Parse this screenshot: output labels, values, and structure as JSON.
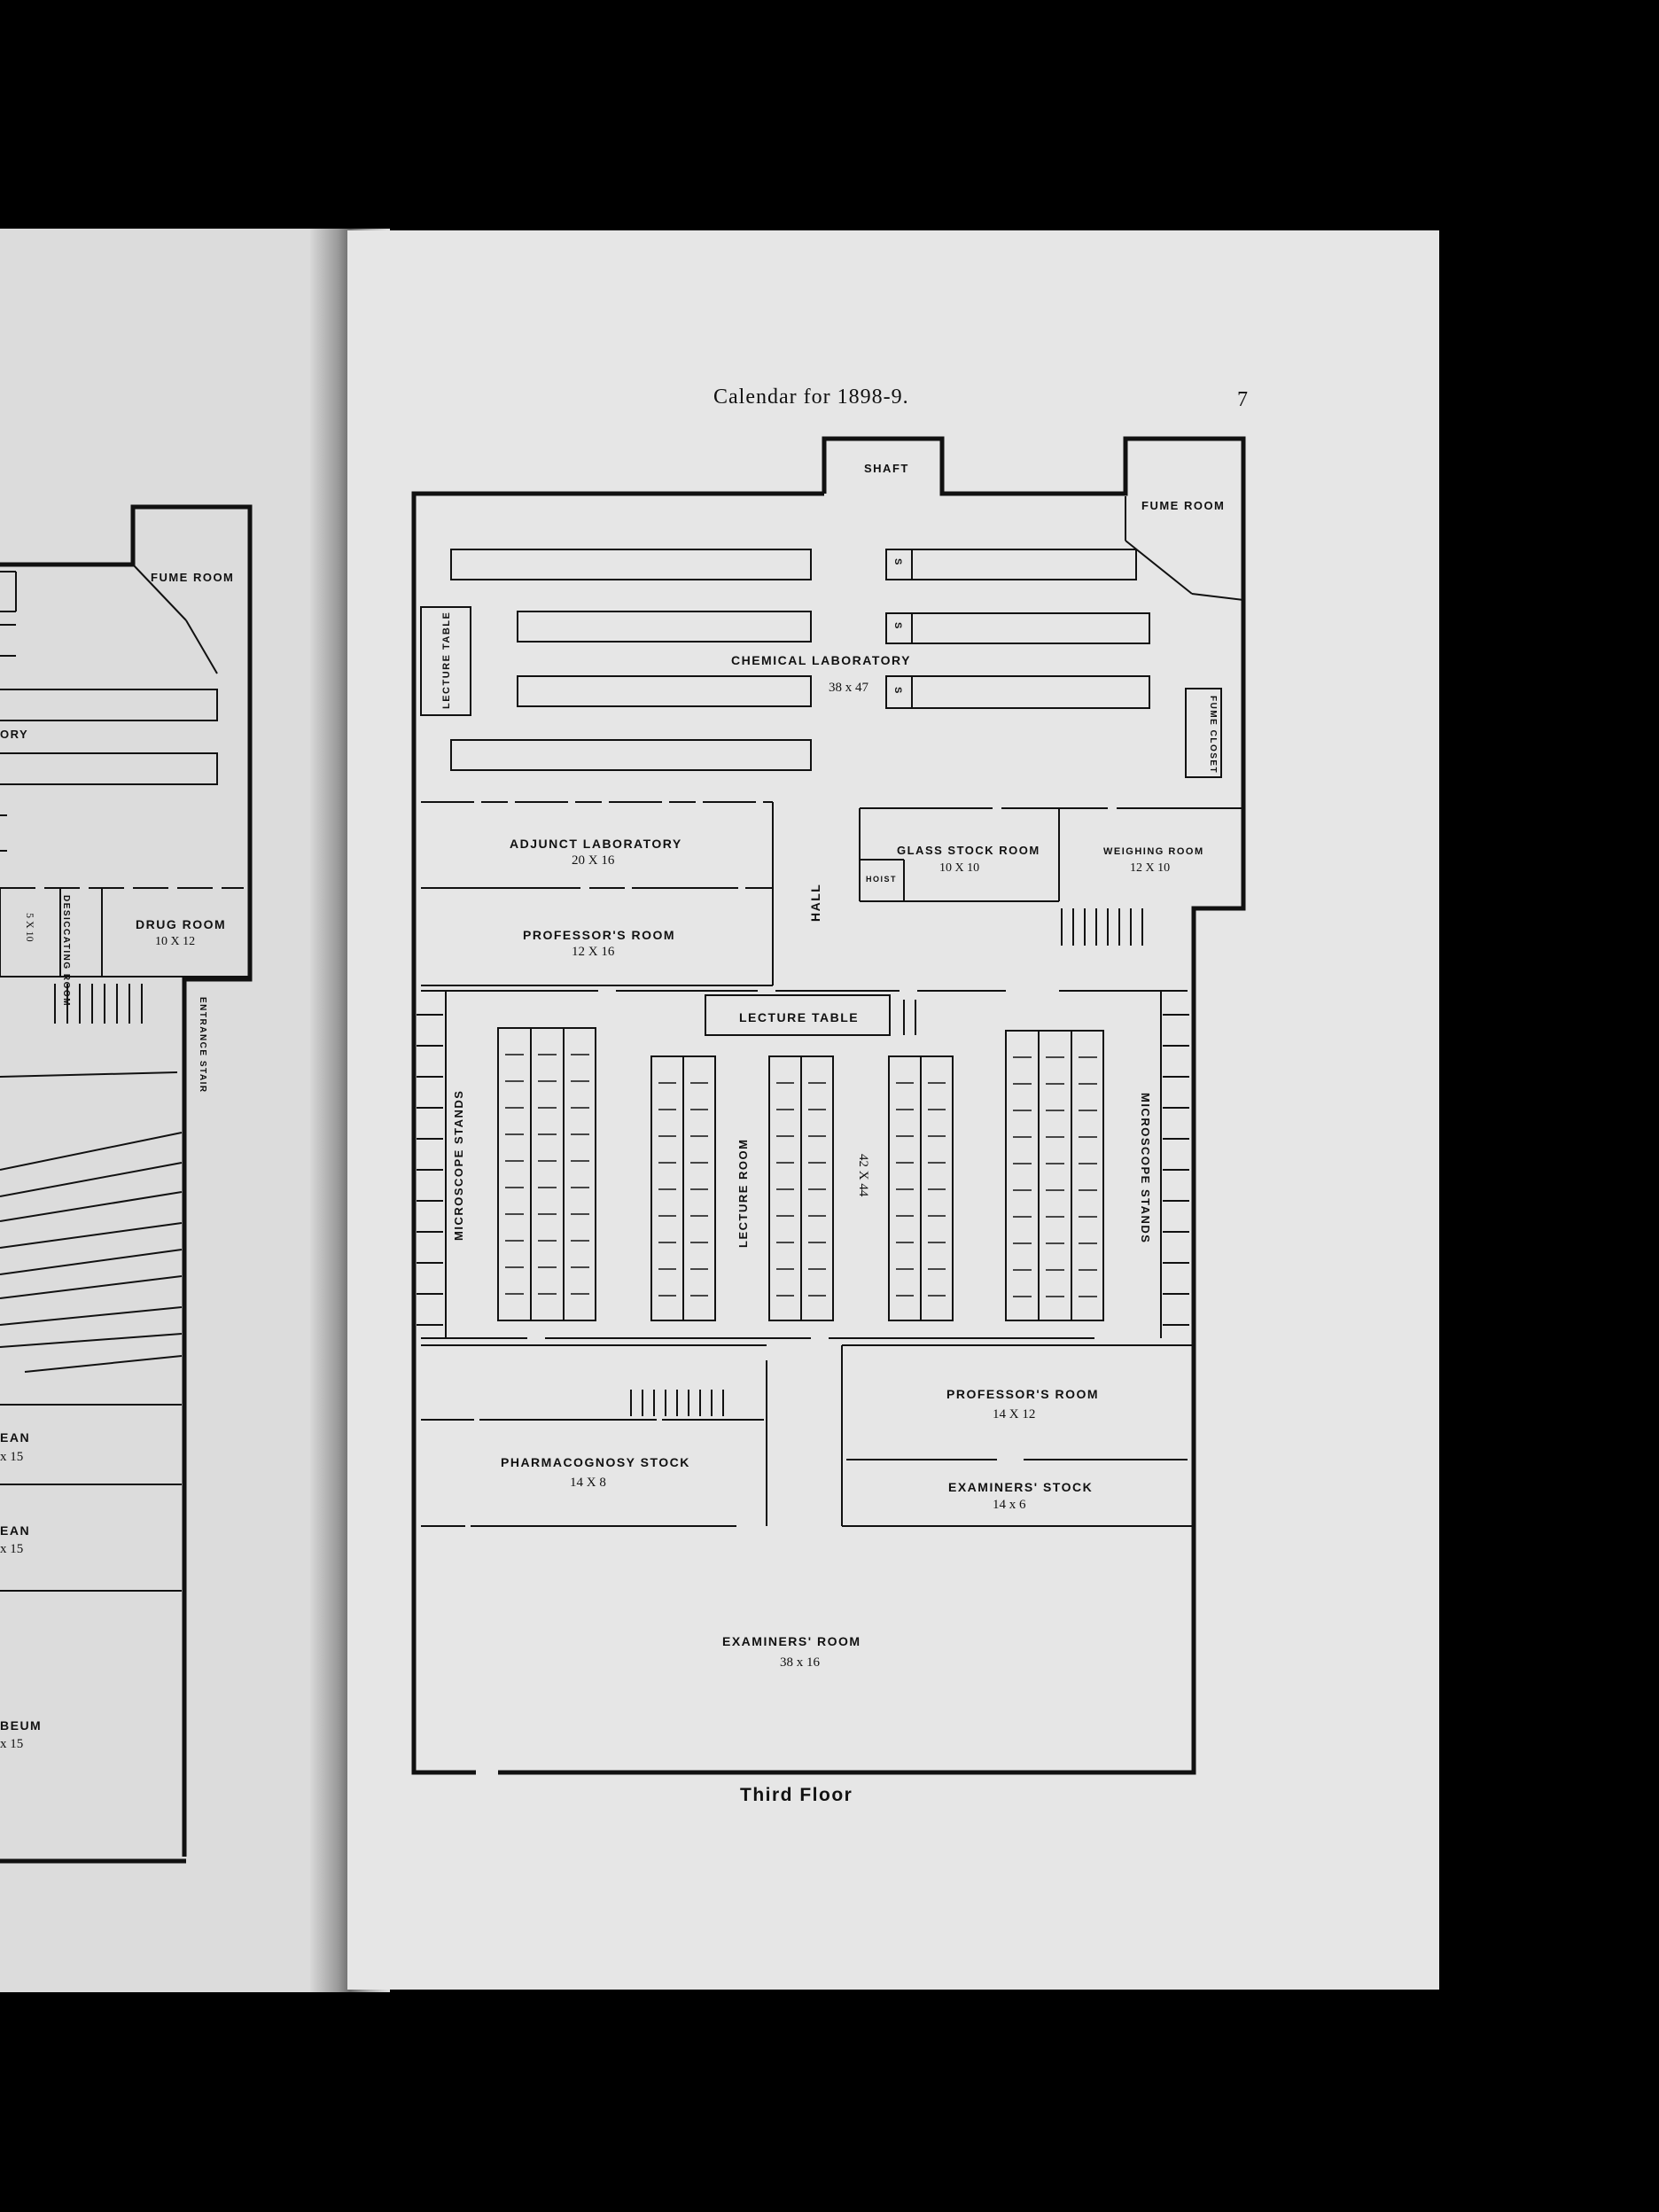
{
  "header": {
    "running_title": "Calendar for 1898-9.",
    "page_number": "7"
  },
  "caption": "Third Floor",
  "left_page_fragments": {
    "fume_room": "FUME ROOM",
    "laboratory_fragment": "ORY",
    "desiccating_room": "DESICCATING ROOM",
    "desiccating_room_size": "5 X 10",
    "drug_room": "DRUG ROOM",
    "drug_room_size": "10 X 12",
    "entrance_stair": "ENTRANCE STAIR",
    "frag1": "EAN",
    "frag1_size": "x 15",
    "frag2": "EAN",
    "frag2_size": "x 15",
    "frag3": "BEUM",
    "frag3_size": "x 15"
  },
  "rooms": {
    "shaft": "SHAFT",
    "fume_room": "FUME ROOM",
    "lecture_table_vertical": "LECTURE TABLE",
    "chemical_laboratory": "CHEMICAL LABORATORY",
    "chemical_laboratory_size": "38 x 47",
    "sink_mark": "S",
    "fume_closet": "FUME CLOSET",
    "adjunct_laboratory": "ADJUNCT LABORATORY",
    "adjunct_laboratory_size": "20 X 16",
    "glass_stock_room": "GLASS STOCK ROOM",
    "glass_stock_room_size": "10 X 10",
    "hoist": "HOIST",
    "weighing_room": "WEIGHING ROOM",
    "weighing_room_size": "12 X 10",
    "hall": "HALL",
    "professors_room_upper": "PROFESSOR'S ROOM",
    "professors_room_upper_size": "12 X 16",
    "lecture_table": "LECTURE TABLE",
    "microscope_stands_left": "MICROSCOPE STANDS",
    "microscope_stands_right": "MICROSCOPE STANDS",
    "lecture_room": "LECTURE ROOM",
    "lecture_room_size": "42 X 44",
    "pharmacognosy_stock": "PHARMACOGNOSY STOCK",
    "pharmacognosy_stock_size": "14 X 8",
    "professors_room_lower": "PROFESSOR'S ROOM",
    "professors_room_lower_size": "14 X 12",
    "examiners_stock": "EXAMINERS' STOCK",
    "examiners_stock_size": "14 x 6",
    "examiners_room": "EXAMINERS' ROOM",
    "examiners_room_size": "38 x 16"
  }
}
